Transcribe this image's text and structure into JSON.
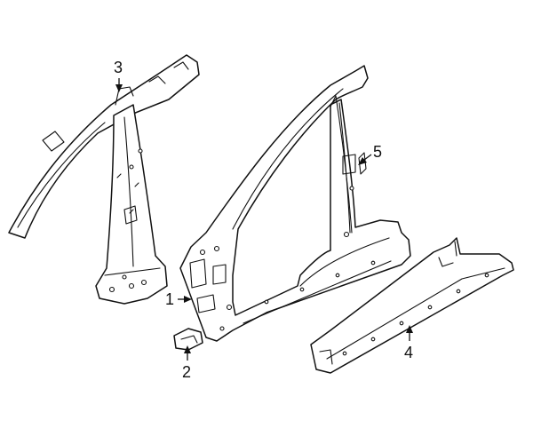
{
  "diagram": {
    "callouts": [
      {
        "id": "1",
        "text": "1"
      },
      {
        "id": "2",
        "text": "2"
      },
      {
        "id": "3",
        "text": "3"
      },
      {
        "id": "4",
        "text": "4"
      },
      {
        "id": "5",
        "text": "5"
      }
    ],
    "colors": {
      "line": "#111111",
      "fill": "#ffffff",
      "background": "#ffffff"
    }
  }
}
